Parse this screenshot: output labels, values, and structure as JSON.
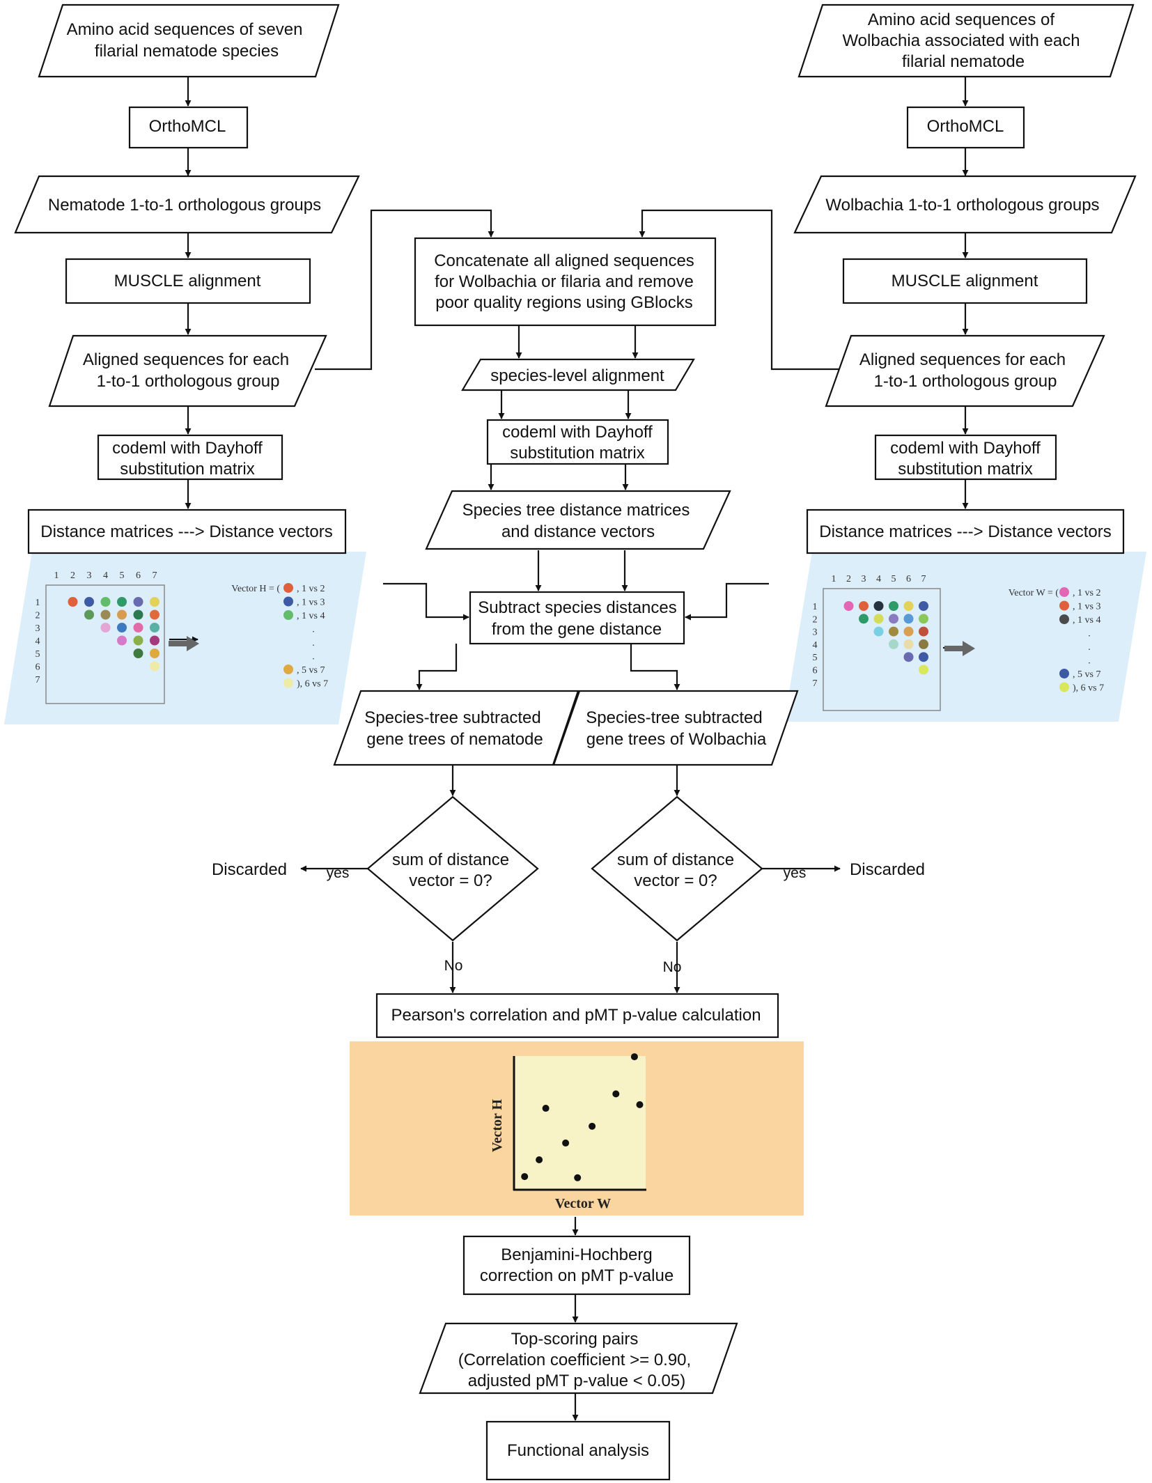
{
  "nodes": {
    "nem_input": [
      "Amino acid sequences of seven",
      "filarial nematode species"
    ],
    "wol_input": [
      "Amino acid sequences of",
      "Wolbachia associated with each",
      "filarial nematode"
    ],
    "nem_orthomcl": [
      "OrthoMCL"
    ],
    "wol_orthomcl": [
      "OrthoMCL"
    ],
    "nem_groups": [
      "Nematode 1-to-1 orthologous groups"
    ],
    "wol_groups": [
      "Wolbachia 1-to-1 orthologous groups"
    ],
    "nem_muscle": [
      "MUSCLE alignment"
    ],
    "wol_muscle": [
      "MUSCLE alignment"
    ],
    "concat": [
      "Concatenate all aligned sequences",
      "for Wolbachia or filaria and remove",
      "poor quality regions using GBlocks"
    ],
    "nem_aligned": [
      "Aligned sequences for each",
      "1-to-1 orthologous group"
    ],
    "wol_aligned": [
      "Aligned sequences for each",
      "1-to-1 orthologous group"
    ],
    "species_align": [
      "species-level alignment"
    ],
    "nem_codeml": [
      "codeml with Dayhoff",
      "substitution matrix"
    ],
    "mid_codeml": [
      "codeml with Dayhoff",
      "substitution matrix"
    ],
    "wol_codeml": [
      "codeml with Dayhoff",
      "substitution matrix"
    ],
    "nem_distance": [
      "Distance matrices ---> Distance vectors"
    ],
    "wol_distance": [
      "Distance matrices ---> Distance vectors"
    ],
    "species_tree": [
      "Species tree distance matrices",
      "and distance vectors"
    ],
    "subtract": [
      "Subtract species distances",
      "from the gene distance"
    ],
    "nem_subtracted": [
      "Species-tree subtracted",
      "gene trees of nematode"
    ],
    "wol_subtracted": [
      "Species-tree subtracted",
      "gene trees of Wolbachia"
    ],
    "nem_decision": [
      "sum of distance",
      "vector = 0?"
    ],
    "wol_decision": [
      "sum of distance",
      "vector = 0?"
    ],
    "pearson": [
      "Pearson's correlation and pMT p-value calculation"
    ],
    "bh": [
      "Benjamini-Hochberg",
      "correction on pMT p-value"
    ],
    "top_pairs": [
      "Top-scoring pairs",
      "(Correlation coefficient >= 0.90,",
      "adjusted pMT p-value < 0.05)"
    ],
    "functional": [
      "Functional analysis"
    ]
  },
  "branch_labels": {
    "nem_discarded": "Discarded",
    "wol_discarded": "Discarded",
    "nem_yes": "yes",
    "wol_yes": "yes",
    "nem_no": "No",
    "wol_no": "No"
  },
  "colors": {
    "matrix_panel_bg": "#dceefa",
    "scatter_panel_bg": "#fbd59f",
    "scatter_plot_bg": "#f7f3c6"
  },
  "matrix_panels": {
    "nematode": {
      "vector_label": "Vector H = (",
      "col_labels": [
        "1",
        "2",
        "3",
        "4",
        "5",
        "6",
        "7"
      ],
      "row_labels": [
        "1",
        "2",
        "3",
        "4",
        "5",
        "6",
        "7"
      ],
      "rows": [
        [
          "#e0603c",
          "#3e5aa4",
          "#62bd6a",
          "#2e9a68",
          "#6a6ab0",
          "#e2d25a"
        ],
        [
          "#5b9a58",
          "#9a8a58",
          "#d89c50",
          "#2e7a50",
          "#e06a3c"
        ],
        [
          "#e4a6d4",
          "#3e7ac0",
          "#e26aa8",
          "#5ab0a6"
        ],
        [
          "#d47ac8",
          "#8ab04a",
          "#a43a7a"
        ],
        [
          "#3e7a3e",
          "#e0a840"
        ],
        [
          "#eeeaa8"
        ]
      ],
      "vector_entries": [
        {
          "color": "#e0603c",
          "label": ", 1 vs 2"
        },
        {
          "color": "#3e5aa4",
          "label": ", 1 vs 3"
        },
        {
          "color": "#62bd6a",
          "label": ", 1 vs 4"
        },
        {
          "color": "#e0a840",
          "label": ", 5 vs 7"
        },
        {
          "color": "#eeeaa8",
          "label": "), 6 vs 7"
        }
      ]
    },
    "wolbachia": {
      "vector_label": "Vector W = (",
      "col_labels": [
        "1",
        "2",
        "3",
        "4",
        "5",
        "6",
        "7"
      ],
      "row_labels": [
        "1",
        "2",
        "3",
        "4",
        "5",
        "6",
        "7"
      ],
      "rows": [
        [
          "#e266b4",
          "#e0603c",
          "#26323e",
          "#2e9a68",
          "#e2d25a",
          "#3e5aa4"
        ],
        [
          "#2e9a68",
          "#d4dc5a",
          "#8a7ac0",
          "#5a9ad4",
          "#8ac85a"
        ],
        [
          "#7ad0e2",
          "#a08a3e",
          "#d8a050",
          "#c0503c"
        ],
        [
          "#a6d8c8",
          "#e8dca8",
          "#8a7a40"
        ],
        [
          "#6a6ab0",
          "#3e5aa4"
        ],
        [
          "#d8e85a"
        ]
      ],
      "vector_entries": [
        {
          "color": "#e266b4",
          "label": ", 1 vs 2"
        },
        {
          "color": "#e0603c",
          "label": ", 1 vs 3"
        },
        {
          "color": "#4a4a4a",
          "label": ", 1 vs 4"
        },
        {
          "color": "#3e5aa4",
          "label": ", 5 vs 7"
        },
        {
          "color": "#d8e85a",
          "label": "), 6 vs 7"
        }
      ]
    }
  },
  "scatter": {
    "xlabel": "Vector W",
    "ylabel": "Vector H",
    "points": [
      [
        0.08,
        0.11
      ],
      [
        0.19,
        0.25
      ],
      [
        0.24,
        0.68
      ],
      [
        0.39,
        0.39
      ],
      [
        0.48,
        0.1
      ],
      [
        0.59,
        0.53
      ],
      [
        0.77,
        0.8
      ],
      [
        0.91,
        1.11
      ],
      [
        0.95,
        0.71
      ]
    ]
  }
}
